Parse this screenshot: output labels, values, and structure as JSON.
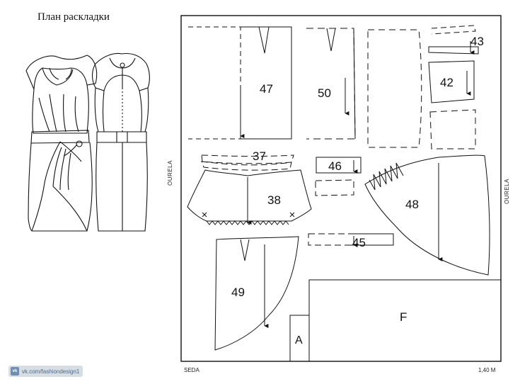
{
  "title": "План раскладки",
  "fabric_name": "SEDA",
  "fabric_width": "1,40 M",
  "selvedge_label": "OURELA",
  "watermark": "vk.com/fashiondesign1",
  "watermark_icon": "vk-logo-icon",
  "pieces": {
    "p37": "37",
    "p38": "38",
    "p42": "42",
    "p43": "43",
    "p45": "45",
    "p46": "46",
    "p47": "47",
    "p48": "48",
    "p49": "49",
    "p50": "50",
    "pA": "A",
    "pF": "F"
  }
}
